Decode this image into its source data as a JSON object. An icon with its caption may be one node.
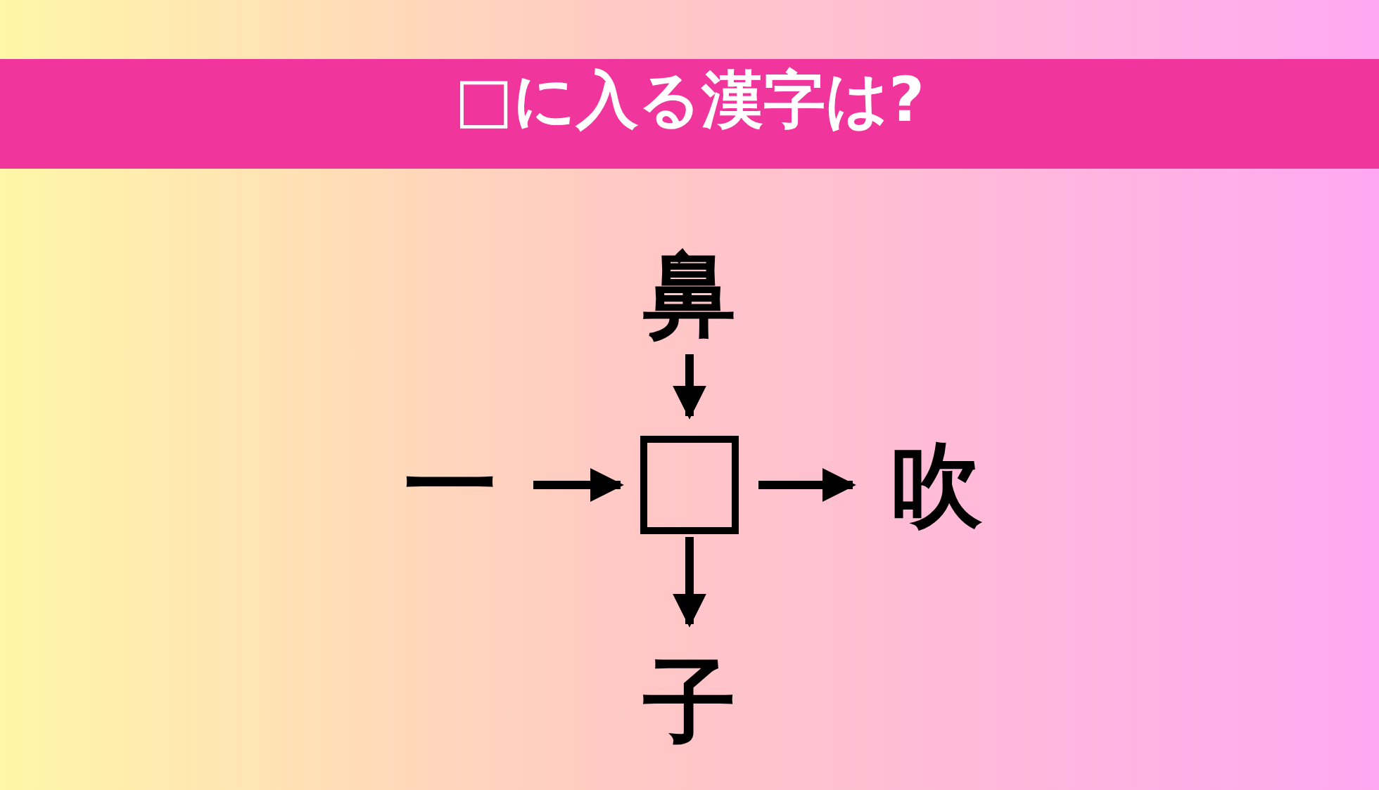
{
  "diagram": {
    "title": "□に入る漢字は?",
    "nodes": [
      {
        "text": [
          "鼻"
        ]
      },
      {
        "text": [
          "一"
        ]
      },
      {
        "text": [],
        "shape": "box"
      },
      {
        "text": [
          "吹"
        ]
      },
      {
        "text": [
          "子"
        ]
      }
    ],
    "edges": [
      {
        "from": 0,
        "to": 2,
        "arrow": "to"
      },
      {
        "from": 1,
        "to": 2,
        "arrow": "to"
      },
      {
        "from": 2,
        "to": 3,
        "arrow": "to"
      },
      {
        "from": 2,
        "to": 4,
        "arrow": "to"
      }
    ]
  }
}
